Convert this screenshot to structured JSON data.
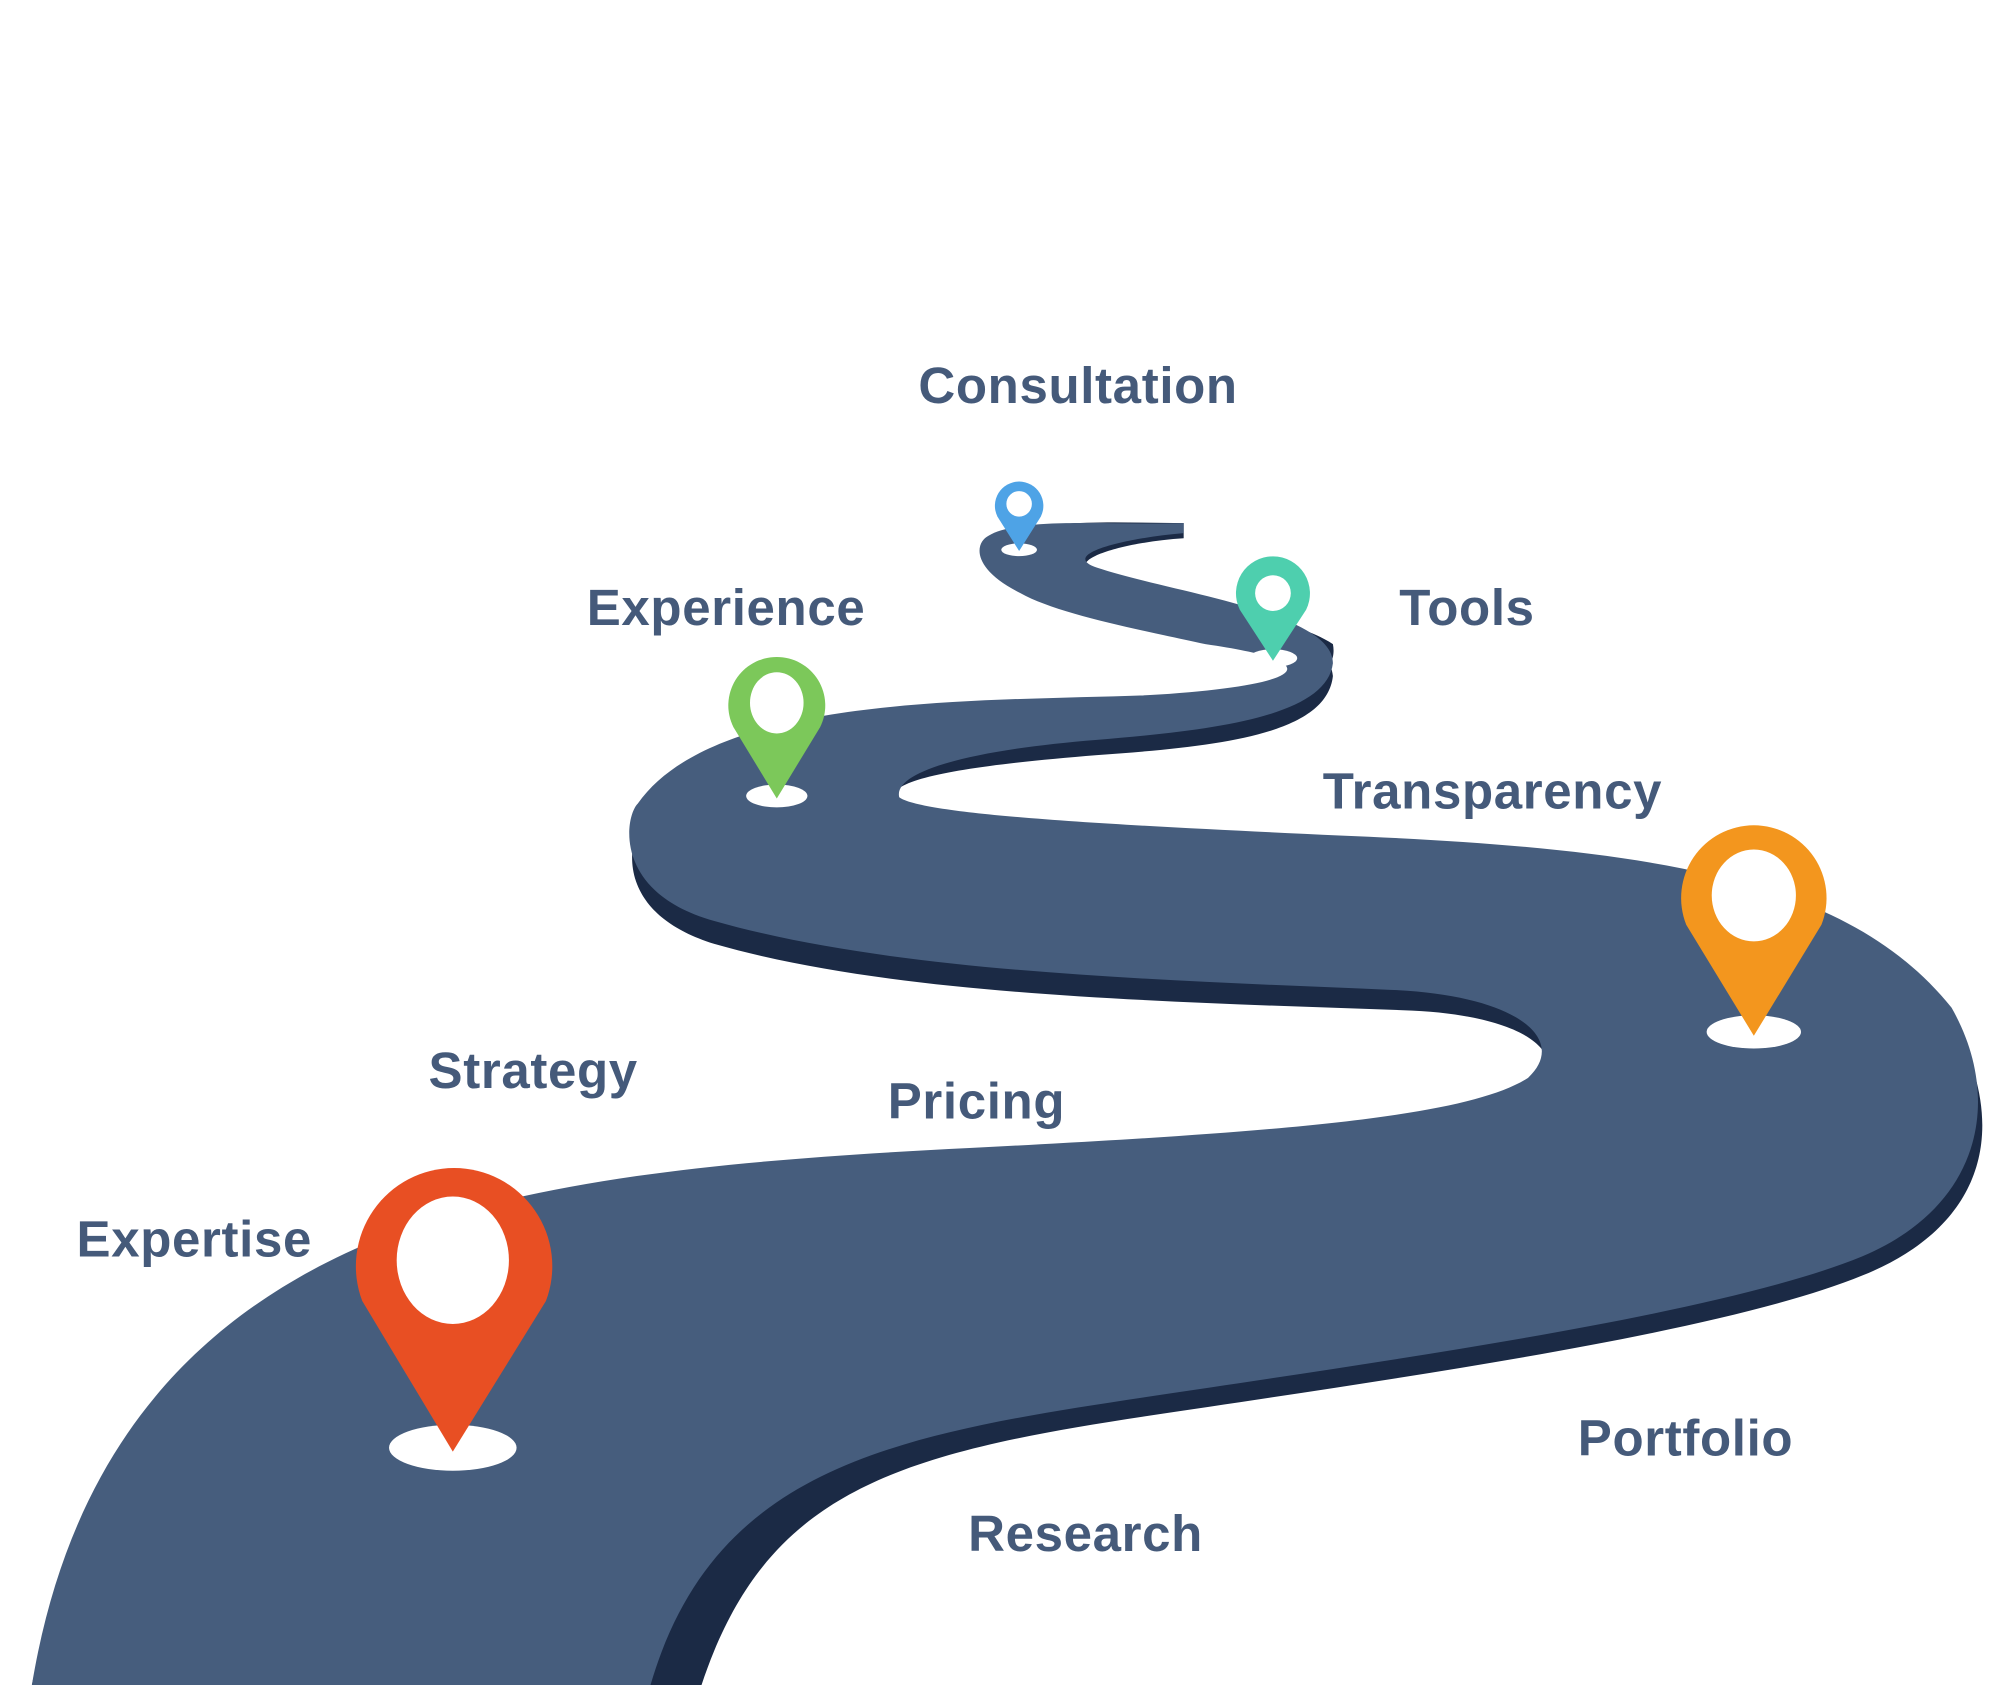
{
  "diagram": {
    "type": "roadmap",
    "road_color": "#465d7d",
    "road_edge_color": "#1b2a45",
    "text_color": "#455a7a",
    "milestones": [
      {
        "label": "Consultation",
        "pin_color": "#4ea3e6",
        "icon": "map-pin-icon"
      },
      {
        "label": "Tools",
        "pin_color": "#4ecfae",
        "icon": "map-pin-icon"
      },
      {
        "label": "Experience",
        "pin_color": "#7cc85a",
        "icon": "map-pin-icon"
      },
      {
        "label": "Transparency",
        "pin_color": "#f3961e",
        "icon": "map-pin-icon"
      },
      {
        "label": "Strategy",
        "icon": "none"
      },
      {
        "label": "Pricing",
        "icon": "none"
      },
      {
        "label": "Expertise",
        "pin_color": "#e84f23",
        "icon": "map-pin-icon"
      },
      {
        "label": "Portfolio",
        "icon": "none"
      },
      {
        "label": "Research",
        "icon": "none"
      }
    ]
  }
}
